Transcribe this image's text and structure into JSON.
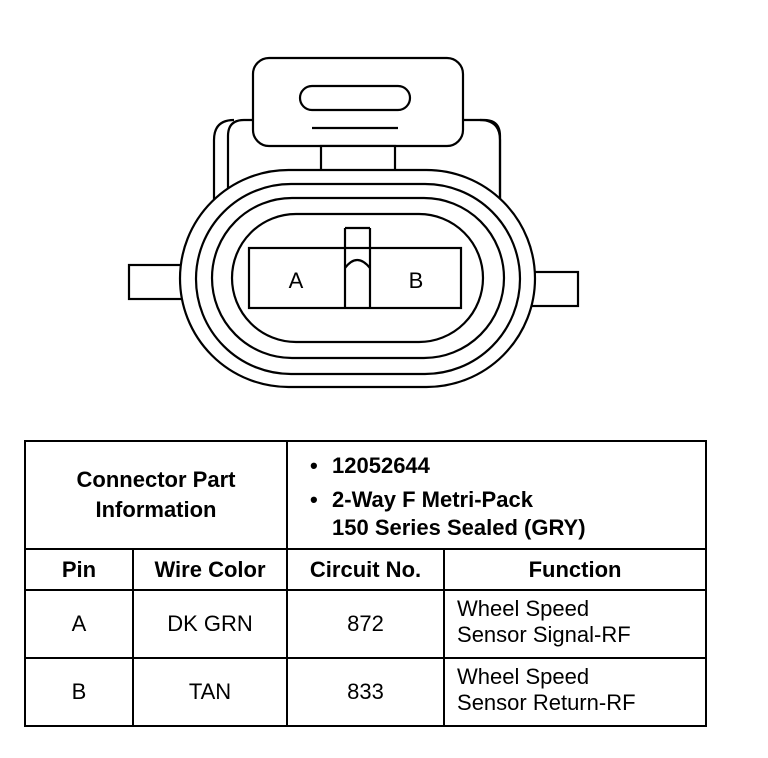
{
  "connector": {
    "cavity_labels": [
      "A",
      "B"
    ]
  },
  "table": {
    "part_info_label": [
      "Connector Part",
      "Information"
    ],
    "part_details": [
      {
        "bullet": "•",
        "lines": [
          "12052644"
        ]
      },
      {
        "bullet": "•",
        "lines": [
          "2-Way F Metri-Pack",
          "150 Series Sealed (GRY)"
        ]
      }
    ],
    "headers": {
      "pin": "Pin",
      "wire_color": "Wire Color",
      "circuit_no": "Circuit No.",
      "function": "Function"
    },
    "rows": [
      {
        "pin": "A",
        "wire_color": "DK GRN",
        "circuit_no": "872",
        "function": [
          "Wheel Speed",
          "Sensor Signal-RF"
        ]
      },
      {
        "pin": "B",
        "wire_color": "TAN",
        "circuit_no": "833",
        "function": [
          "Wheel Speed",
          "Sensor Return-RF"
        ]
      }
    ]
  }
}
